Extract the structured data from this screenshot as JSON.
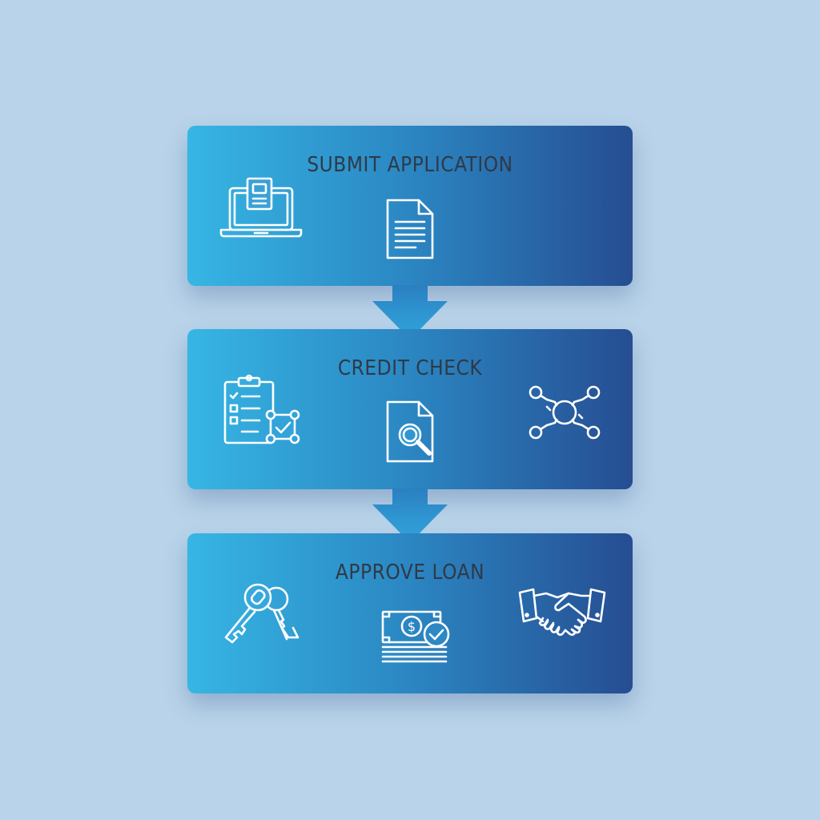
{
  "diagram": {
    "steps": [
      {
        "title": "SUBMIT APPLICATION",
        "icons": [
          "laptop-form-icon",
          "document-icon"
        ]
      },
      {
        "title": "CREDIT CHECK",
        "icons": [
          "checklist-clipboard-icon",
          "document-search-icon",
          "network-nodes-icon"
        ]
      },
      {
        "title": "APPROVE LOAN",
        "icons": [
          "keys-icon",
          "money-approved-icon",
          "handshake-icon"
        ]
      }
    ],
    "colors": {
      "background": "#b9d3ea",
      "box_gradient_start": "#36b6e4",
      "box_gradient_end": "#264d92",
      "title_text": "#2e3a48",
      "icon_stroke": "#ffffff",
      "arrow": "#2f9fd8"
    }
  }
}
